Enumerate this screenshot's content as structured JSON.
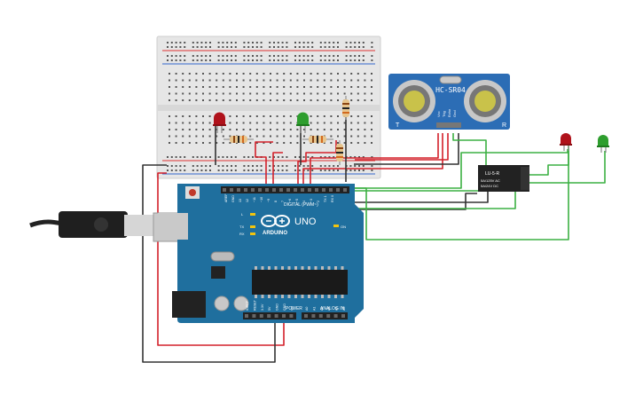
{
  "sensor": {
    "model": "HC-SR04",
    "pins": [
      "Vcc",
      "Trig",
      "Echo",
      "Gnd"
    ],
    "side_left": "T",
    "side_right": "R"
  },
  "relay": {
    "title": "LU-5-R",
    "line1": "5A/125V AC",
    "line2": "5A/24V DC"
  },
  "arduino": {
    "brand": "ARDUINO",
    "model": "UNO",
    "digital_label": "DIGITAL (PWM~)",
    "power_label": "POWER",
    "analog_label": "ANALOG IN",
    "tx": "TX",
    "rx": "RX",
    "l": "L",
    "on": "ON",
    "digital_pins": [
      "AREF",
      "GND",
      "13",
      "12",
      "~11",
      "~10",
      "~9",
      "8",
      "7",
      "~6",
      "~5",
      "4",
      "~3",
      "2",
      "TX 1",
      "RX 0"
    ],
    "power_pins": [
      "IOREF",
      "RESET",
      "3.3V",
      "5V",
      "GND",
      "GND",
      "Vin"
    ],
    "analog_pins": [
      "A0",
      "A1",
      "A2",
      "A3",
      "A4",
      "A5"
    ]
  },
  "colors": {
    "wire_red": "#d3202a",
    "wire_black": "#333333",
    "wire_green": "#3cb043",
    "board_blue": "#1f6f9e",
    "sensor_blue": "#2c6db5",
    "led_red": "#b0121b",
    "led_green": "#2e9e2e"
  }
}
